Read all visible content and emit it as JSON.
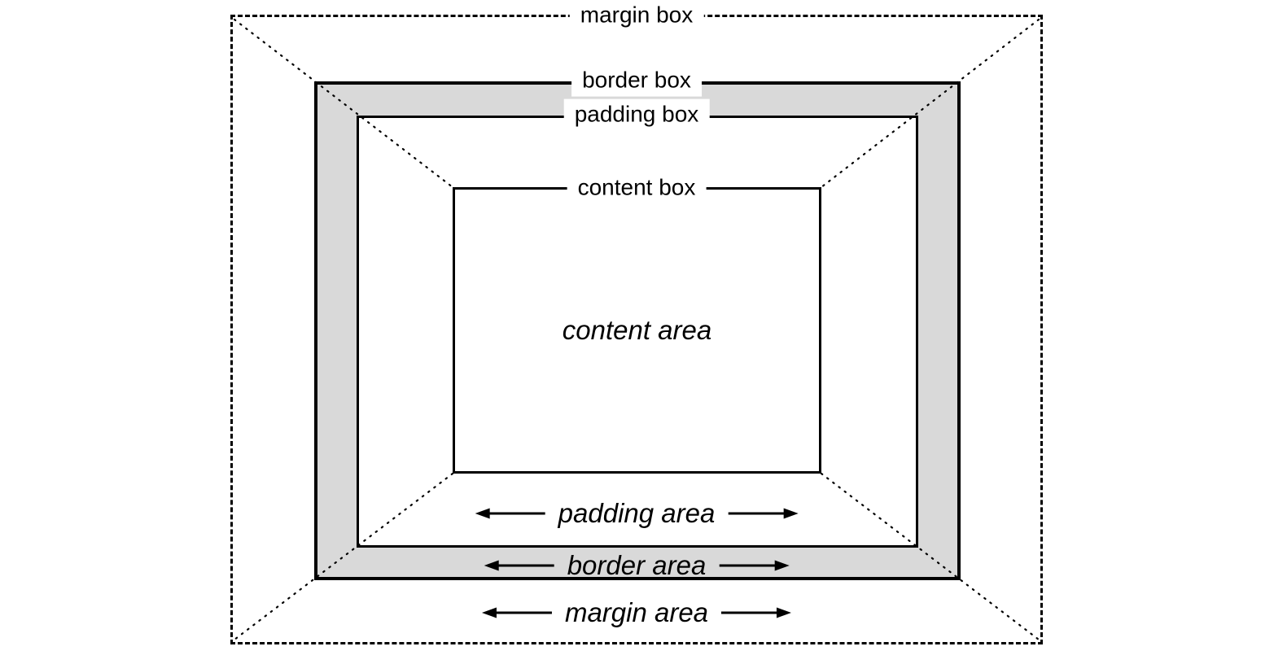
{
  "diagram": {
    "labels": {
      "margin_box": "margin box",
      "border_box": "border box",
      "padding_box": "padding box",
      "content_box": "content box",
      "content_area": "content area",
      "padding_area": "padding area",
      "border_area": "border area",
      "margin_area": "margin area"
    },
    "colors": {
      "background": "#ffffff",
      "line": "#000000",
      "border_band_fill": "#d9d9d9",
      "text": "#000000"
    }
  }
}
